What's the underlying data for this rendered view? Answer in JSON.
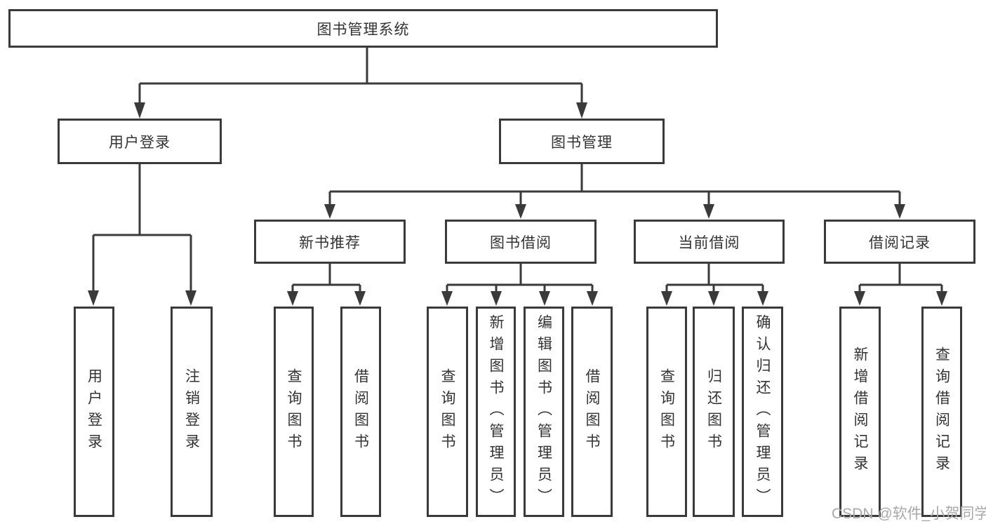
{
  "diagram": {
    "type": "hierarchy-tree",
    "title": "图书管理系统",
    "colors": {
      "line": "#3a3a3a",
      "box_border": "#3a3a3a",
      "box_fill": "#ffffff",
      "text": "#333333",
      "watermark_text": "#a9a9a9",
      "background": "#ffffff"
    },
    "tree": {
      "label": "图书管理系统",
      "children": [
        {
          "label": "用户登录",
          "children": [
            {
              "label": "用户登录"
            },
            {
              "label": "注销登录"
            }
          ]
        },
        {
          "label": "图书管理",
          "children": [
            {
              "label": "新书推荐",
              "children": [
                {
                  "label": "查询图书"
                },
                {
                  "label": "借阅图书"
                }
              ]
            },
            {
              "label": "图书借阅",
              "children": [
                {
                  "label": "查询图书"
                },
                {
                  "label": "新增图书（管理员）"
                },
                {
                  "label": "编辑图书（管理员）"
                },
                {
                  "label": "借阅图书"
                }
              ]
            },
            {
              "label": "当前借阅",
              "children": [
                {
                  "label": "查询图书"
                },
                {
                  "label": "归还图书"
                },
                {
                  "label": "确认归还（管理员）"
                }
              ]
            },
            {
              "label": "借阅记录",
              "children": [
                {
                  "label": "新增借阅记录"
                },
                {
                  "label": "查询借阅记录"
                }
              ]
            }
          ]
        }
      ]
    },
    "watermark": "CSDN @软件_小贺同学"
  }
}
